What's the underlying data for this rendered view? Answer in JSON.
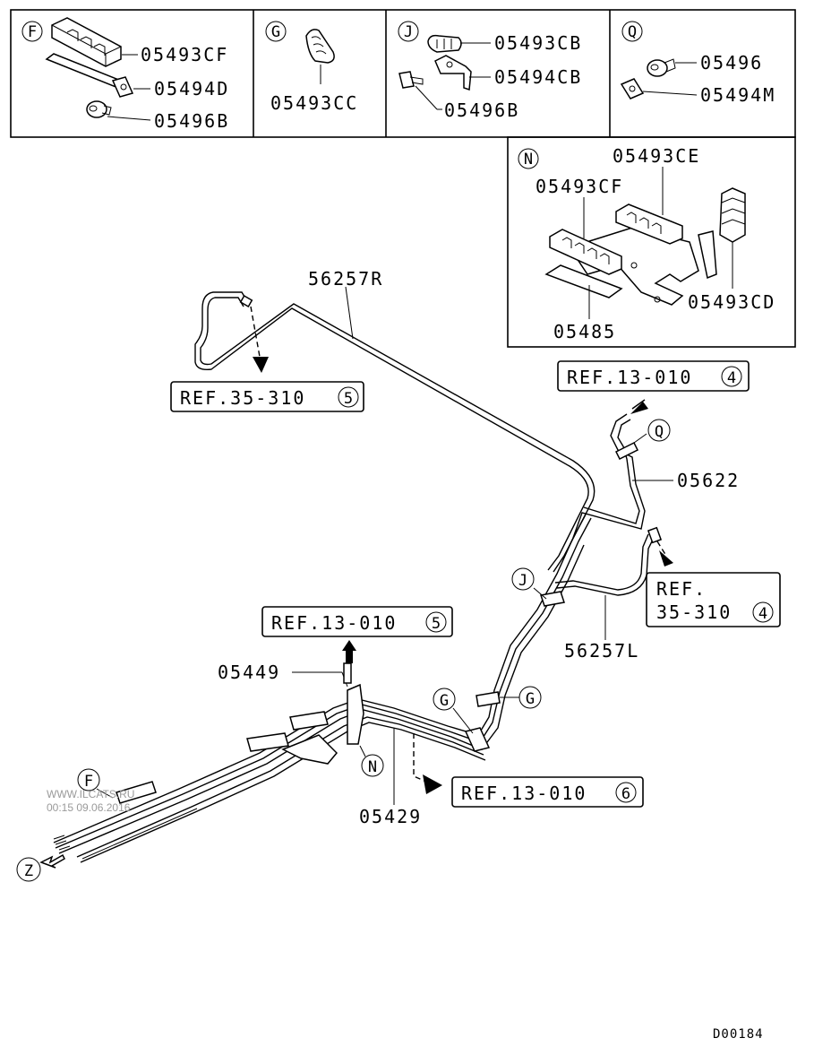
{
  "detail_boxes": {
    "F": {
      "letter": "F",
      "parts": [
        "05493CF",
        "05494D",
        "05496B"
      ]
    },
    "G": {
      "letter": "G",
      "parts": [
        "05493CC"
      ]
    },
    "J": {
      "letter": "J",
      "parts": [
        "05493CB",
        "05494CB",
        "05496B"
      ]
    },
    "Q": {
      "letter": "Q",
      "parts": [
        "05496",
        "05494M"
      ]
    },
    "N": {
      "letter": "N",
      "parts": [
        "05493CE",
        "05493CF",
        "05493CD",
        "05485"
      ]
    }
  },
  "main_labels": {
    "p56257R": "56257R",
    "p05622": "05622",
    "p56257L": "56257L",
    "p05449": "05449",
    "p05429": "05429"
  },
  "refs": {
    "ref35_5": {
      "text": "REF.35-310",
      "num": "5"
    },
    "ref13_4": {
      "text": "REF.13-010",
      "num": "4"
    },
    "ref35_4_line1": "REF.",
    "ref35_4": {
      "text": "35-310",
      "num": "4"
    },
    "ref13_5": {
      "text": "REF.13-010",
      "num": "5"
    },
    "ref13_6": {
      "text": "REF.13-010",
      "num": "6"
    }
  },
  "callouts": {
    "Q": "Q",
    "J": "J",
    "G1": "G",
    "G2": "G",
    "N": "N",
    "F": "F",
    "Z": "Z"
  },
  "watermark": {
    "line1": "WWW.ILCATS.RU",
    "line2": "00:15 09.06.2016"
  },
  "diagram_code": "D00184"
}
